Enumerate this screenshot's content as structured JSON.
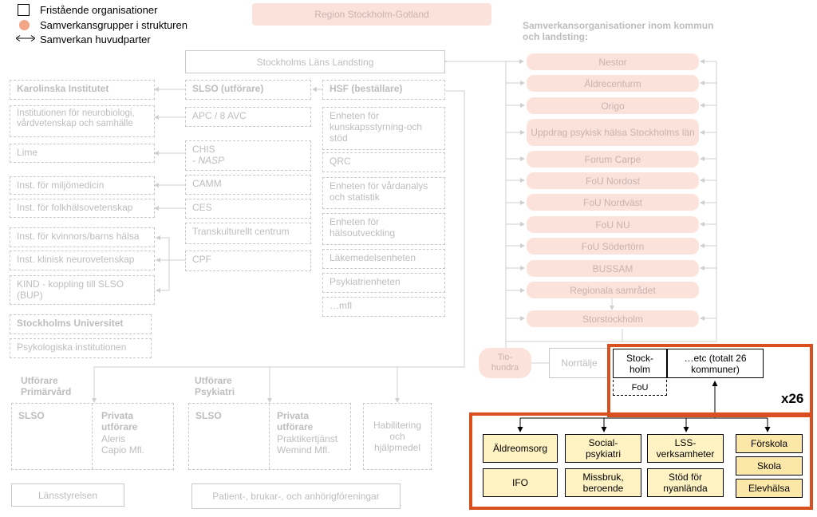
{
  "legend": {
    "fristaende": "Fristående organisationer",
    "samverkansgrupper": "Samverkansgrupper i strukturen",
    "huvudparter": "Samverkan huvudparter"
  },
  "region": "Region Stockholm-Gotland",
  "sll": "Stockholms Läns Landsting",
  "samverkan_header": "Samverkansorganisationer inom kommun och landsting:",
  "ki": {
    "title": "Karolinska Institutet",
    "items": [
      "Institutionen för neurobiologi, vårdvetenskap och samhälle",
      "Lime",
      "Inst. för miljömedicin",
      "Inst. för folkhälsovetenskap",
      "Inst. för kvinnors/barns hälsa",
      "Inst. klinisk neurovetenskap",
      "KIND - koppling till SLSO (BUP)"
    ]
  },
  "su": {
    "title": "Stockholms Universitet",
    "items": [
      "Psykologiska institutionen"
    ]
  },
  "slso": {
    "title": "SLSO (utförare)",
    "items": [
      "APC / 8 AVC",
      "CHIS",
      "- NASP",
      "CAMM",
      "CES",
      "Transkulturellt centrum",
      "CPF"
    ]
  },
  "hsf": {
    "title": "HSF (beställare)",
    "items": [
      "Enheten för kunskapsstyrning-och stöd",
      "QRC",
      "Enheten för vårdanalys och statistik",
      "Enheten för hälsoutveckling",
      "Läkemedelsenheten",
      "Psykiatrienheten",
      "…mfl"
    ]
  },
  "samverkan_items": [
    "Nestor",
    "Äldrecenturm",
    "Origo",
    "Uppdrag psykisk hälsa Stockholms län",
    "Forum Carpe",
    "FoU Nordost",
    "FoU Nordväst",
    "FoU NU",
    "FoU Södertörn",
    "BUSSAM",
    "Regionala samrådet",
    "Storstockholm"
  ],
  "tiohundra": "Tio-hundra",
  "norrtalje": "Norrtälje",
  "primarvard": {
    "title": "Utförare Primärvård",
    "slso": "SLSO",
    "privata_title": "Privata utförare",
    "privata_items": "Aleris Capio Mfl."
  },
  "psykiatri": {
    "title": "Utförare Psykiatri",
    "slso": "SLSO",
    "privata_title": "Privata utförare",
    "privata_items": "Praktikertjänst Wemind Mfl."
  },
  "habilitering": "Habilitering och hjälpmedel",
  "lansstyrelsen": "Länsstyrelsen",
  "patient": "Patient-, brukar-, och anhörigföreningar",
  "kommun": {
    "stockholm": "Stock-holm",
    "etc": "…etc (totalt 26 kommuner)",
    "fou": "FoU",
    "x26": "x26"
  },
  "verksamheter": {
    "aldreomsorg": "Äldreomsorg",
    "ifo": "IFO",
    "socialpsykiatri": "Social-psykiatri",
    "missbruk": "Missbruk, beroende",
    "lss": "LSS-verksamheter",
    "nyanlanda": "Stöd för nyanlända",
    "forskola": "Förskola",
    "skola": "Skola",
    "elevhalsa": "Elevhälsa"
  },
  "colors": {
    "pill": "#fbe3dc",
    "highlight": "#d94f1e",
    "yellow": "#fff3c4",
    "yellow_dark": "#fbe8a8",
    "legend_dot": "#f4a587"
  }
}
